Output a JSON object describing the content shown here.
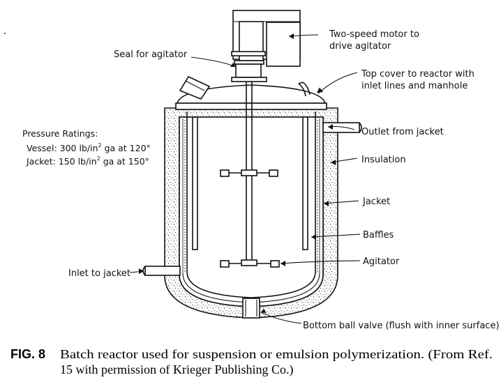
{
  "labels": {
    "motor": [
      "Two-speed motor to",
      "drive agitator"
    ],
    "seal": "Seal for agitator",
    "top_cover": [
      "Top cover to reactor with",
      "inlet lines and manhole"
    ],
    "outlet": "Outlet from jacket",
    "insulation": "Insulation",
    "jacket": "Jacket",
    "baffles": "Baffles",
    "agitator": "Agitator",
    "inlet": "Inlet to jacket",
    "bottom_valve": "Bottom ball valve (flush with inner surface)"
  },
  "pressure": {
    "heading": "Pressure Ratings:",
    "vessel_a": "Vessel: 300 lb/in",
    "vessel_sup": "2",
    "vessel_b": " ga at 120°",
    "jacket_a": "Jacket: 150 lb/in",
    "jacket_sup": "2",
    "jacket_b": " ga at 150°"
  },
  "caption": {
    "fig": "FIG. 8",
    "line1": "Batch reactor used for suspension or emulsion polymerization. (From Ref.",
    "line2": "15 with permission of Krieger Publishing Co.)"
  }
}
